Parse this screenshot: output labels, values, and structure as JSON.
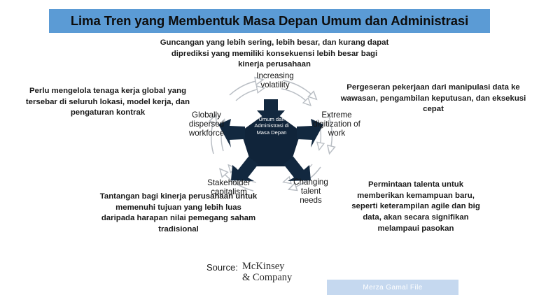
{
  "slide": {
    "title": "Lima Tren yang Membentuk Masa Depan Umum dan Administrasi",
    "title_bg_color": "#5B9BD5"
  },
  "annotations": {
    "top": "Guncangan yang lebih sering, lebih besar, dan kurang dapat diprediksi yang memiliki konsekuensi lebih besar bagi kinerja perusahaan",
    "left": "Perlu mengelola tenaga kerja global yang tersebar di seluruh lokasi, model kerja, dan pengaturan kontrak",
    "right_top": "Pergeseran pekerjaan dari manipulasi data ke wawasan, pengambilan keputusan, dan eksekusi cepat",
    "right_bottom": "Permintaan talenta untuk memberikan kemampuan baru, seperti keterampilan agile dan big data, akan secara signifikan melampaui pasokan",
    "bottom_left": "Tantangan bagi kinerja perusahaan untuk memenuhi tujuan yang lebih luas daripada harapan nilai pemegang saham tradisional"
  },
  "diagram": {
    "center_label_line1": "Umum dan",
    "center_label_line2": "Administrasi di",
    "center_label_line3": "Masa Depan",
    "center_shape_color": "#10243a",
    "arrow_color": "#12283f",
    "arc_color": "#b9bec4",
    "trends": [
      {
        "id": "increasing-volatility",
        "label": "Increasing volatility"
      },
      {
        "id": "extreme-digitization-of-work",
        "label": "Extreme digitization of work"
      },
      {
        "id": "changing-talent-needs",
        "label": "Changing talent needs"
      },
      {
        "id": "stakeholder-capitalism",
        "label": "Stakeholder capitalism"
      },
      {
        "id": "globally-dispersed-workforce",
        "label": "Globally dispersed workforce"
      }
    ]
  },
  "source": {
    "prefix": "Source:",
    "brand_line1": "McKinsey",
    "brand_line2": "& Company"
  },
  "watermark": {
    "text": "Merza Gamal File",
    "bg_color": "#c5d8ef"
  }
}
